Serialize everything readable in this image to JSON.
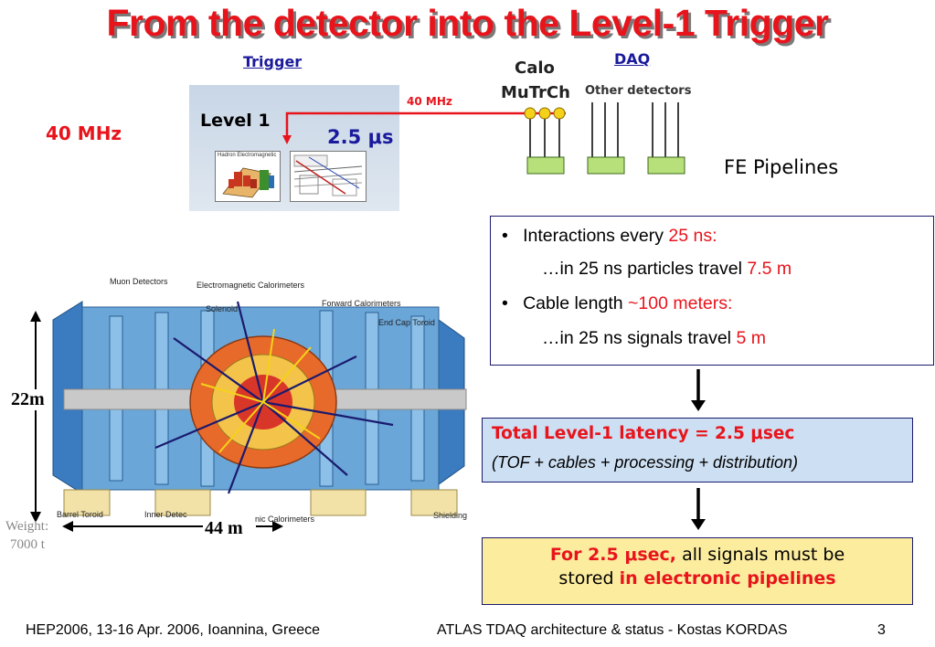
{
  "slide": {
    "title": "From the detector into the Level-1 Trigger",
    "trigger_label": "Trigger",
    "daq_label": "DAQ",
    "calo_label": "Calo",
    "mutrch_label": "MuTrCh",
    "other_detectors_label": "Other detectors",
    "line_rate_label": "40 MHz",
    "rate_label": "40 MHz",
    "level1_label": "Level 1",
    "latency_label": "2.5 μs",
    "fe_pipelines_label": "FE Pipelines",
    "mini_panel_caption": "Hadron Electromagnetic",
    "info": {
      "line1_prefix": "Interactions every ",
      "line1_value": "25 ns:",
      "line2_prefix": "…in 25 ns particles travel ",
      "line2_value": "7.5 m",
      "line3_prefix": "Cable length ",
      "line3_value": "~100 meters:",
      "line4_prefix": "…in 25 ns signals travel ",
      "line4_value": "5 m"
    },
    "latency_box": {
      "line1": "Total Level-1 latency = 2.5 μsec",
      "line2": "(TOF + cables + processing + distribution)"
    },
    "pipeline_box": {
      "part1": "For 2.5 μsec,",
      "part2": " all signals must be",
      "part3": "stored ",
      "part4": "in electronic pipelines"
    },
    "detector": {
      "height_label": "22m",
      "length_label": "44 m",
      "weight_label": "Weight:",
      "weight_value": "7000 t",
      "labels": {
        "muon": "Muon Detectors",
        "em_cal": "Electromagnetic Calorimeters",
        "solenoid": "Solenoid",
        "forward_cal": "Forward Calorimeters",
        "endcap": "End Cap Toroid",
        "barrel": "Barrel Toroid",
        "inner": "Inner Detec",
        "hadronic": "nic Calorimeters",
        "shielding": "Shielding"
      }
    },
    "footer": {
      "left": "HEP2006, 13-16 Apr. 2006, Ioannina, Greece",
      "center": "ATLAS TDAQ architecture & status - Kostas KORDAS",
      "page": "3"
    },
    "colors": {
      "title": "#e8141c",
      "accent_red": "#e8141c",
      "navy": "#1a1a9c",
      "pipeline_green": "#b8e07a",
      "junction_yellow": "#f5d21a",
      "latency_box": "#cddff2",
      "pipeline_box": "#fcec9e"
    }
  }
}
